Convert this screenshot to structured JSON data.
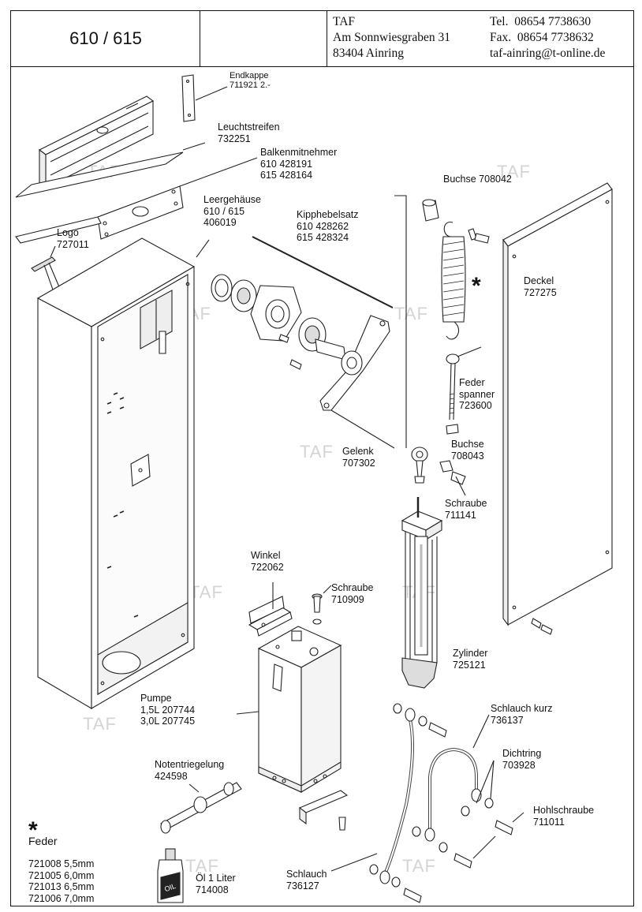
{
  "header": {
    "model": "610 / 615",
    "company": "TAF",
    "street": "Am Sonnwiesgraben 31",
    "city": "83404 Ainring",
    "tel_label": "Tel.",
    "tel": "08654 7738630",
    "fax_label": "Fax.",
    "fax": "08654 7738632",
    "email": "taf-ainring@t-online.de"
  },
  "parts": {
    "endkappe": {
      "name": "Endkappe",
      "number": "711921  2.-"
    },
    "leuchtstreifen": {
      "name": "Leuchtstreifen",
      "number": "732251"
    },
    "balkenmitnehmer": {
      "name": "Balkenmitnehmer",
      "line1": "610  428191",
      "line2": "615  428164"
    },
    "leergehaeuse": {
      "name": "Leergehäuse",
      "line1": "610 / 615",
      "number": "406019"
    },
    "logo": {
      "name": "Logo",
      "number": "727011"
    },
    "kipphebelsatz": {
      "name": "Kipphebelsatz",
      "line1": "610  428262",
      "line2": "615  428324"
    },
    "buchse_top": {
      "label": "Buchse 708042"
    },
    "deckel": {
      "name": "Deckel",
      "number": "727275"
    },
    "federspanner": {
      "line1": "Feder",
      "line2": "spanner",
      "number": "723600"
    },
    "gelenk": {
      "name": "Gelenk",
      "number": "707302"
    },
    "buchse2": {
      "name": "Buchse",
      "number": "708043"
    },
    "schraube1": {
      "name": "Schraube",
      "number": "711141"
    },
    "winkel": {
      "name": "Winkel",
      "number": "722062"
    },
    "schraube2": {
      "name": "Schraube",
      "number": "710909"
    },
    "zylinder": {
      "name": "Zylinder",
      "number": "725121"
    },
    "pumpe": {
      "name": "Pumpe",
      "line1": "1,5L  207744",
      "line2": "3,0L  207745"
    },
    "schlauch_kurz": {
      "name": "Schlauch kurz",
      "number": "736137"
    },
    "dichtring": {
      "name": "Dichtring",
      "number": "703928"
    },
    "notentriegelung": {
      "name": "Notentriegelung",
      "number": "424598"
    },
    "hohlschraube": {
      "name": "Hohlschraube",
      "number": "711011"
    },
    "oel": {
      "name": "Öl  1 Liter",
      "number": "714008",
      "can_text": "OIL"
    },
    "schlauch": {
      "name": "Schlauch",
      "number": "736127"
    }
  },
  "feder": {
    "symbol": "*",
    "title": "Feder",
    "items": [
      "721008  5,5mm",
      "721005  6,0mm",
      "721013  6,5mm",
      "721006  7,0mm"
    ]
  },
  "spring_symbol": "*",
  "watermark": "TAF"
}
